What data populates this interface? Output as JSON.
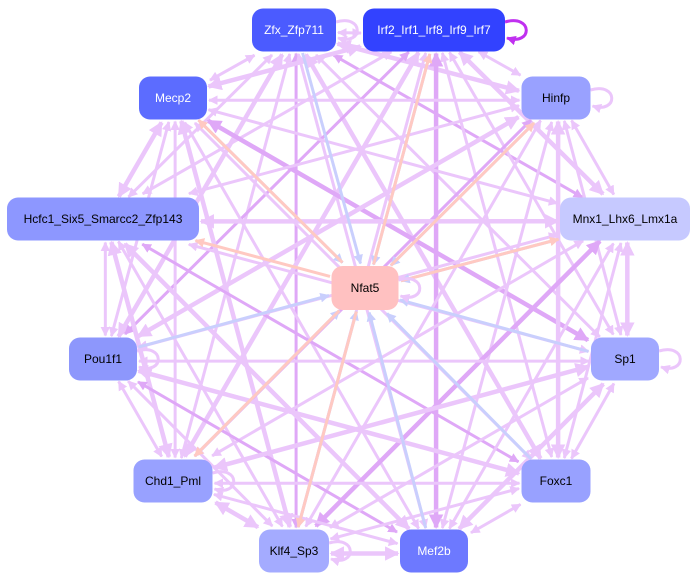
{
  "colors": {
    "edge_default": "#ebc6fb",
    "edge_dark": "#dfa8f7",
    "edge_blue": "#c9cffd",
    "edge_salmon": "#ffc9c2",
    "self_loop_irf": "#c030f0"
  },
  "nodes": [
    {
      "id": "Zfx_Zfp711",
      "label": "Zfx_Zfp711",
      "fill": "#4b5bff",
      "text": "#ffffff"
    },
    {
      "id": "Irf2",
      "label": "Irf2_Irf1_Irf8_Irf9_Irf7",
      "fill": "#3242ff",
      "text": "#ffffff"
    },
    {
      "id": "Mecp2",
      "label": "Mecp2",
      "fill": "#5c6cff",
      "text": "#ffffff"
    },
    {
      "id": "Hinfp",
      "label": "Hinfp",
      "fill": "#99a1ff",
      "text": "#000000"
    },
    {
      "id": "Hcfc1",
      "label": "Hcfc1_Six5_Smarcc2_Zfp143",
      "fill": "#8d97ff",
      "text": "#000000"
    },
    {
      "id": "Mnx1",
      "label": "Mnx1_Lhx6_Lmx1a",
      "fill": "#c6c9ff",
      "text": "#000000"
    },
    {
      "id": "Nfat5",
      "label": "Nfat5",
      "fill": "#ffc1c1",
      "text": "#000000"
    },
    {
      "id": "Pou1f1",
      "label": "Pou1f1",
      "fill": "#8d97fc",
      "text": "#000000"
    },
    {
      "id": "Sp1",
      "label": "Sp1",
      "fill": "#a0a8ff",
      "text": "#000000"
    },
    {
      "id": "Chd1_Pml",
      "label": "Chd1_Pml",
      "fill": "#98a1ff",
      "text": "#000000"
    },
    {
      "id": "Foxc1",
      "label": "Foxc1",
      "fill": "#98a1ff",
      "text": "#000000"
    },
    {
      "id": "Klf4_Sp3",
      "label": "Klf4_Sp3",
      "fill": "#a4abff",
      "text": "#000000"
    },
    {
      "id": "Mef2b",
      "label": "Mef2b",
      "fill": "#6d79ff",
      "text": "#ffffff"
    }
  ],
  "edges_blue_to_nfat5": [
    "Zfx_Zfp711",
    "Irf2",
    "Mecp2",
    "Hinfp",
    "Mnx1",
    "Pou1f1",
    "Sp1",
    "Foxc1",
    "Mef2b",
    "Klf4_Sp3",
    "Chd1_Pml"
  ],
  "edges_salmon_from_nfat5": [
    "Mecp2",
    "Hcfc1",
    "Irf2",
    "Hinfp",
    "Mnx1",
    "Chd1_Pml",
    "Klf4_Sp3"
  ],
  "self_loops": [
    "Zfx_Zfp711",
    "Irf2",
    "Hinfp",
    "Nfat5",
    "Pou1f1",
    "Sp1",
    "Chd1_Pml",
    "Klf4_Sp3"
  ]
}
